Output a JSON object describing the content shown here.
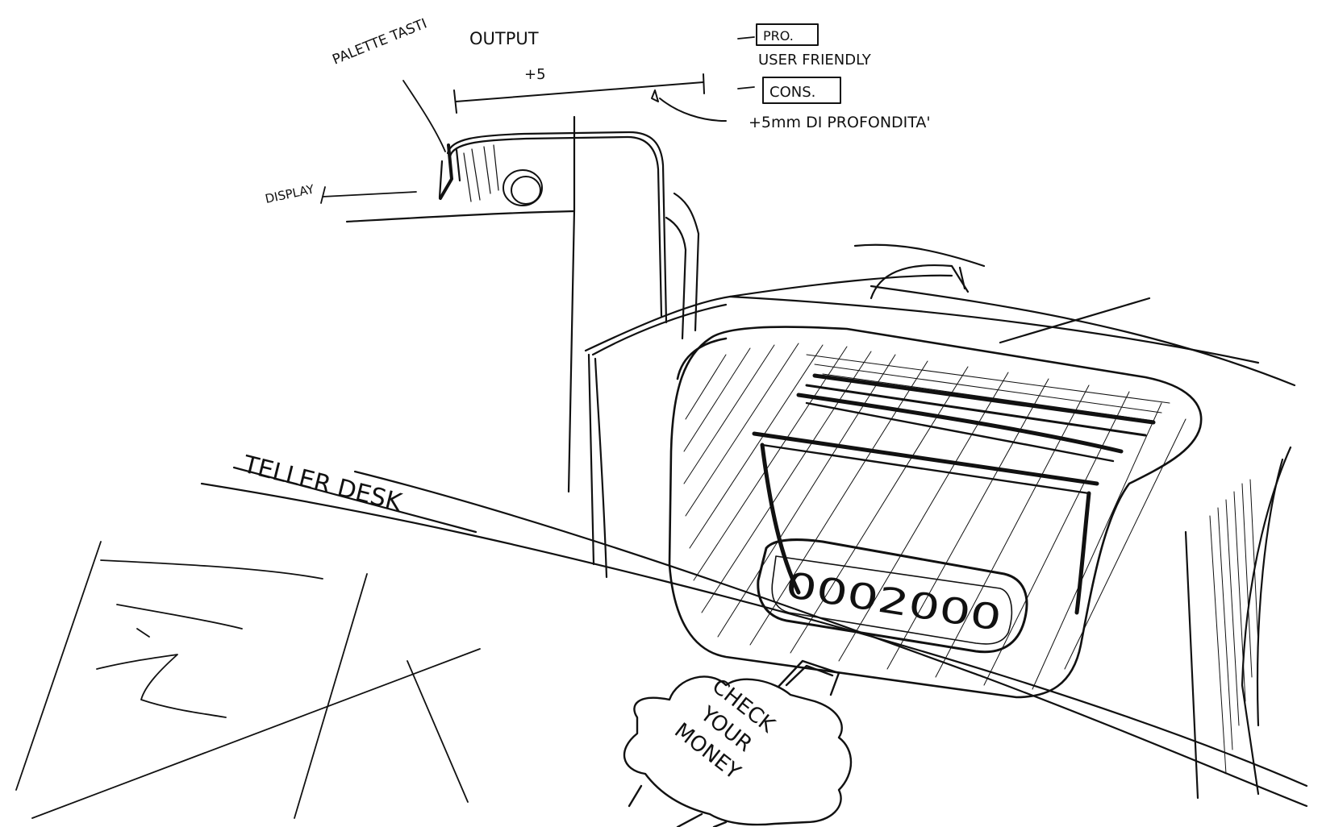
{
  "sketch": {
    "labels": {
      "palette_tasti": "PALETTE TASTI",
      "output": "OUTPUT",
      "dimension": "+5",
      "display": "DISPLAY",
      "pro": "PRO.",
      "user_friendly": "USER FRIENDLY",
      "cons": "CONS.",
      "depth_note": "+5mm DI PROFONDITA'",
      "teller_desk": "TELLER DESK",
      "counter_display": "0002000",
      "check_your_money": [
        "CHECK",
        "YOUR",
        "MONEY"
      ]
    },
    "ink_color": "#111111",
    "paper_color": "#ffffff"
  }
}
